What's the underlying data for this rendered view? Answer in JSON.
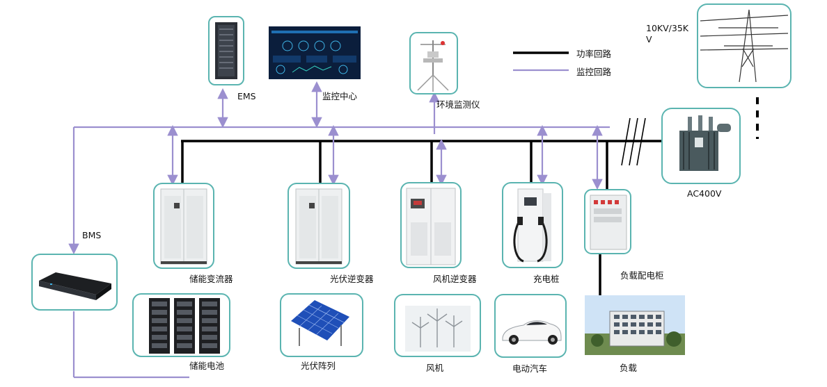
{
  "legend": {
    "power_loop": "功率回路",
    "monitor_loop": "监控回路"
  },
  "colors": {
    "power": "#000000",
    "monitor": "#9b8fcf",
    "card_border": "#5ab4b0",
    "screen_bg": "#0b1e3c"
  },
  "grid_voltage": {
    "line1": "10KV/35K",
    "line2": "V"
  },
  "labels": {
    "ems": "EMS",
    "monitor_center": "监控中心",
    "env_monitor": "环境监测仪",
    "transformer": "AC400V",
    "bms": "BMS",
    "storage_converter": "储能变流器",
    "pv_inverter": "光伏逆变器",
    "wind_inverter": "风机逆变器",
    "charging_pile": "充电桩",
    "load_cabinet": "负载配电柜",
    "storage_battery": "储能电池",
    "pv_array": "光伏阵列",
    "wind_turbine": "风机",
    "ev": "电动汽车",
    "load": "负载"
  }
}
